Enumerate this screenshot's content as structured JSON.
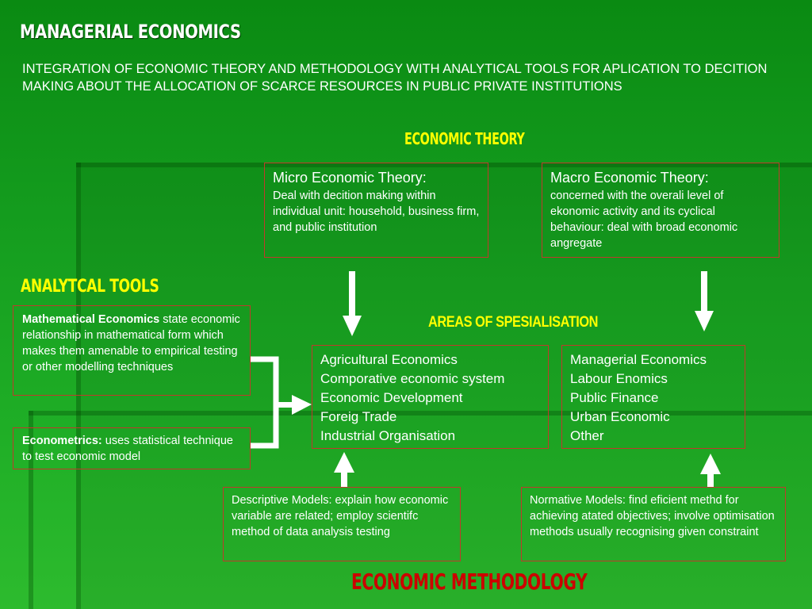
{
  "title": "MANAGERIAL ECONOMICS",
  "subtitle": "INTEGRATION OF ECONOMIC THEORY AND METHODOLOGY WITH ANALYTICAL TOOLS FOR APLICATION TO DECITION MAKING ABOUT THE ALLOCATION OF SCARCE RESOURCES IN PUBLIC PRIVATE INSTITUTIONS",
  "economic_theory": {
    "heading": "ECONOMIC THEORY",
    "micro": {
      "title": "Micro Economic Theory:",
      "desc": "Deal with decition making within individual unit: household, business firm, and public institution"
    },
    "macro": {
      "title": "Macro Economic Theory:",
      "desc": "concerned with the overali level of ekonomic activity and its cyclical behaviour: deal with broad economic angregate"
    }
  },
  "analytical_tools": {
    "heading": "ANALYTCAL TOOLS",
    "math": {
      "bold": "Mathematical Economics",
      "text": " state economic relationship in mathematical form which makes them amenable to empirical testing or other modelling techniques"
    },
    "econometrics": {
      "bold": "Econometrics:",
      "text": " uses statistical technique to test economic model"
    }
  },
  "areas": {
    "heading": "AREAS OF SPESIALISATION",
    "left": [
      "Agricultural Economics",
      "Comporative economic system",
      "Economic Development",
      "Foreig Trade",
      "Industrial Organisation"
    ],
    "right": [
      "Managerial Economics",
      "Labour Enomics",
      "Public Finance",
      "Urban Economic",
      "Other"
    ]
  },
  "methodology": {
    "heading": "ECONOMIC METHODOLOGY",
    "descriptive": "Descriptive Models: explain how economic variable are related; employ scientifc method of data analysis testing",
    "normative": "Normative Models: find eficient methd for achieving atated objectives; involve optimisation methods usually recognising given constraint"
  },
  "colors": {
    "heading_yellow": "#ffff00",
    "methodology_red": "#cc0000",
    "box_border": "#c0392b",
    "background_green": "#149c1e"
  }
}
